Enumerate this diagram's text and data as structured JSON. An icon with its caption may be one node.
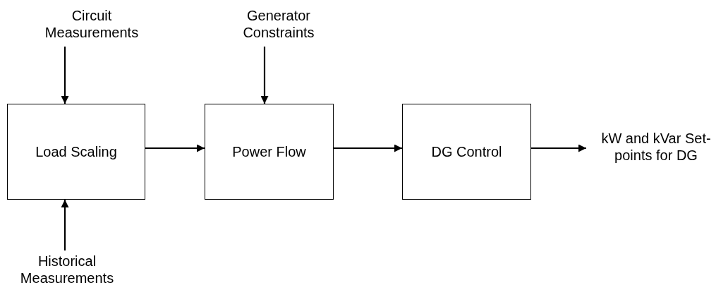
{
  "diagram": {
    "nodes": [
      {
        "text": [
          "Circuit Measurements"
        ]
      },
      {
        "text": [
          "Generator Constraints"
        ]
      },
      {
        "text": [
          "Load Scaling"
        ]
      },
      {
        "text": [
          "Power Flow"
        ]
      },
      {
        "text": [
          "DG Control"
        ]
      },
      {
        "text": [
          "kW and kVar Set-points for DG"
        ]
      },
      {
        "text": [
          "Historical Measurements"
        ]
      }
    ],
    "edges": [
      {
        "from": 0,
        "to": 2,
        "arrow": "to"
      },
      {
        "from": 6,
        "to": 2,
        "arrow": "to"
      },
      {
        "from": 2,
        "to": 3,
        "arrow": "to"
      },
      {
        "from": 1,
        "to": 3,
        "arrow": "to"
      },
      {
        "from": 3,
        "to": 4,
        "arrow": "to"
      },
      {
        "from": 4,
        "to": 5,
        "arrow": "to"
      }
    ]
  }
}
